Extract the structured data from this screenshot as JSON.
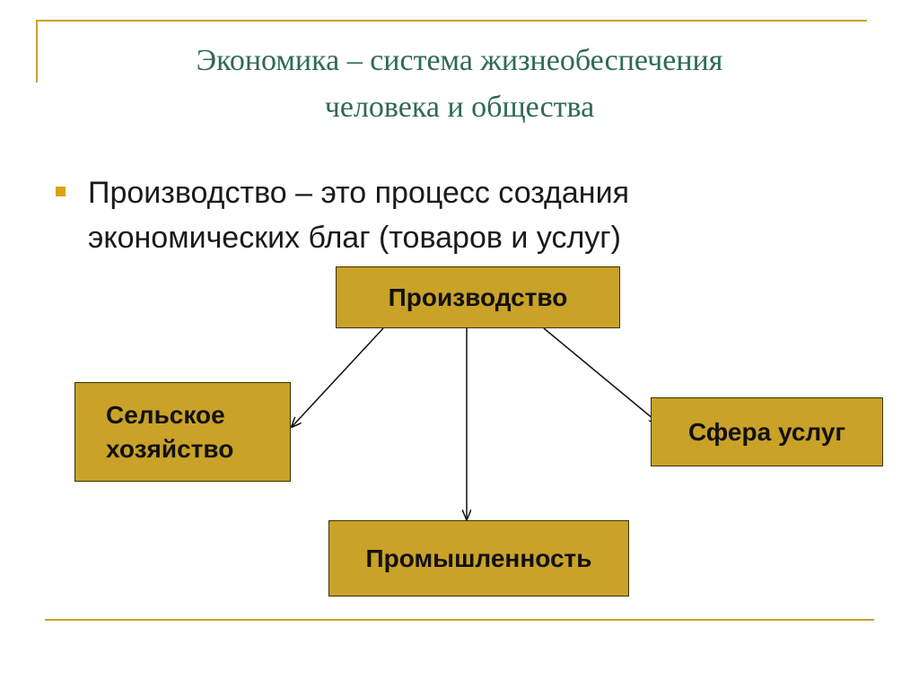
{
  "slide": {
    "title_line1": "Экономика – система жизнеобеспечения",
    "title_line2": "человека и общества",
    "bullet_line1": "Производство – это процесс создания",
    "bullet_line2": "экономических благ (товаров и услуг)"
  },
  "diagram": {
    "root": "Производство",
    "agriculture_line1": "Сельское",
    "agriculture_line2": "хозяйство",
    "services": "Сфера услуг",
    "industry": "Промышленность"
  },
  "colors": {
    "accent": "#c9a227",
    "title": "#2e6b4f",
    "bullet": "#d9a21a"
  }
}
